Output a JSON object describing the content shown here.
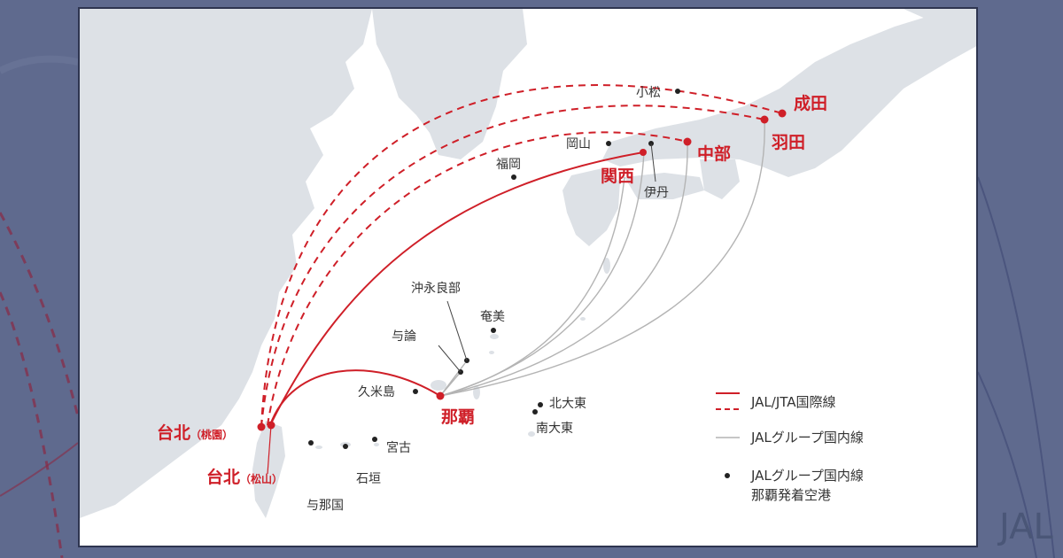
{
  "colors": {
    "intl": "#cf1f28",
    "domestic": "#b4b4b4",
    "land": "#dde1e6",
    "sea": "#ffffff",
    "dot": "#222222"
  },
  "background": {
    "jal_text": "JAL"
  },
  "hubs": {
    "narita": "成田",
    "haneda": "羽田",
    "chubu": "中部",
    "kansai": "関西",
    "naha": "那覇",
    "taipei": "台北",
    "taoyuan": "（桃園）",
    "songshan": "（松山）"
  },
  "cities": {
    "komatsu": "小松",
    "okayama": "岡山",
    "fukuoka": "福岡",
    "itami": "伊丹",
    "okinoerabu": "沖永良部",
    "amami": "奄美",
    "yoron": "与論",
    "kumejima": "久米島",
    "kitadaito": "北大東",
    "minamidaito": "南大東",
    "miyako": "宮古",
    "ishigaki": "石垣",
    "yonaguni": "与那国"
  },
  "legend": {
    "intl": "JAL/JTA国際線",
    "domestic": "JALグループ国内線",
    "airports_line1": "JALグループ国内線",
    "airports_line2": "那覇発着空港"
  }
}
